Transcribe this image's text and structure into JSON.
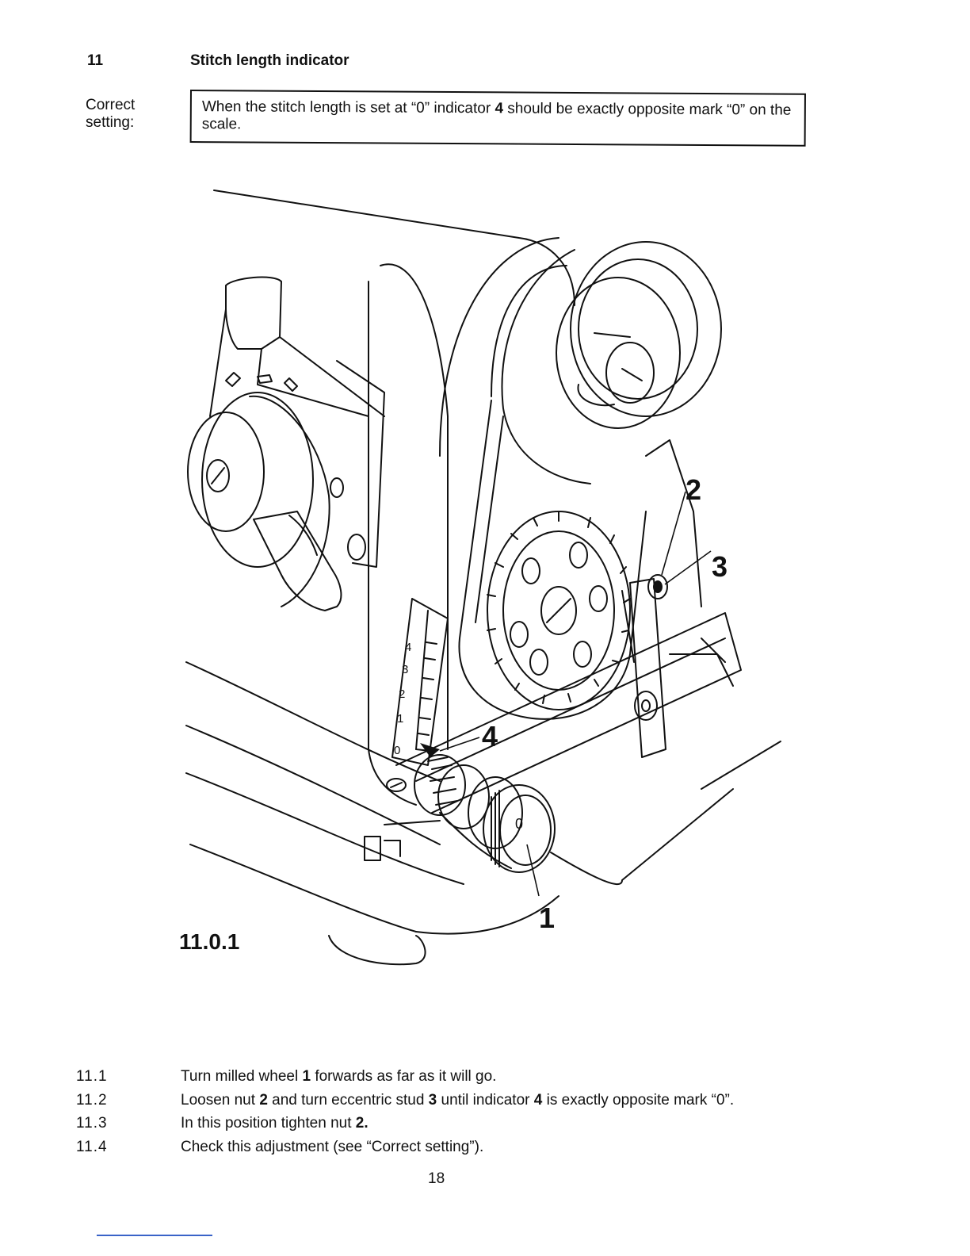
{
  "section": {
    "number": "11",
    "title": "Stitch length indicator"
  },
  "correct_setting": {
    "label": "Correct setting:",
    "text_before": "When the stitch length is set at “0” indicator ",
    "bold_ref": "4",
    "text_after": " should be exactly opposite mark “0” on the scale."
  },
  "figure": {
    "label": "11.0.1",
    "callouts": [
      "1",
      "2",
      "3",
      "4"
    ],
    "scale_marks": [
      "0",
      "1",
      "2",
      "3",
      "4"
    ],
    "wheel_mark": "0"
  },
  "steps": [
    {
      "num": "11.1",
      "parts": [
        "Turn milled wheel ",
        "1",
        " forwards as far as it will go."
      ]
    },
    {
      "num": "11.2",
      "parts": [
        "Loosen nut ",
        "2",
        " and turn eccentric stud ",
        "3",
        " until indicator ",
        "4",
        " is exactly opposite mark “0”."
      ]
    },
    {
      "num": "11.3",
      "parts": [
        "In this position tighten nut ",
        "2."
      ]
    },
    {
      "num": "11.4",
      "parts": [
        "Check this adjustment (see “Correct setting”)."
      ]
    }
  ],
  "page_number": "18"
}
